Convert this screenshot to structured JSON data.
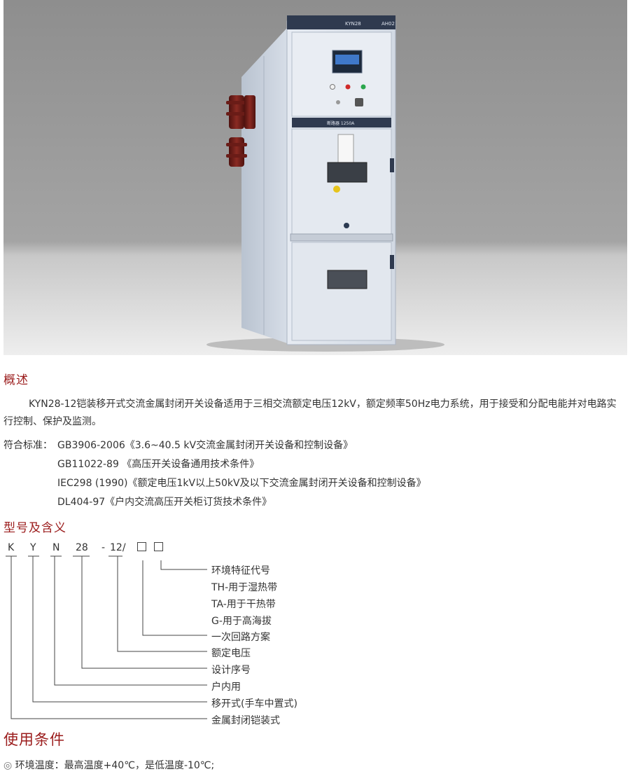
{
  "photo": {
    "panel_brand": "KYN28",
    "panel_code": "AH02",
    "relay_label": "断路器 1250A"
  },
  "overview": {
    "title": "概述",
    "paragraph": "KYN28-12铠装移开式交流金属封闭开关设备适用于三相交流额定电压12kV，额定频率50Hz电力系统，用于接受和分配电能并对电路实行控制、保护及监测。",
    "standards_label": "符合标准：",
    "standards": [
      "GB3906-2006《3.6~40.5 kV交流金属封闭开关设备和控制设备》",
      "GB11022-89 《高压开关设备通用技术条件》",
      "IEC298 (1990)《额定电压1kV以上50kV及以下交流金属封闭开关设备和控制设备》",
      "DL404-97《户内交流高压开关柜订货技术条件》"
    ]
  },
  "model": {
    "title": "型号及含义",
    "code_parts": [
      "K",
      "Y",
      "N",
      "28",
      "-",
      "12/"
    ],
    "legend": [
      "环境特征代号",
      "TH-用于湿热带",
      "TA-用于干热带",
      "G-用于高海拔",
      "一次回路方案",
      "额定电压",
      "设计序号",
      "户内用",
      "移开式(手车中置式)",
      "金属封闭铠装式"
    ]
  },
  "conditions": {
    "title": "使用条件",
    "bullet": "◎",
    "items": [
      "环境温度：最高温度+40℃，是低温度-10℃;"
    ]
  },
  "colors": {
    "heading": "#9b1c1c",
    "cabinet": "#dfe5ee",
    "insulator": "#7a1f1a",
    "bg_top": "#9a9a9a"
  }
}
